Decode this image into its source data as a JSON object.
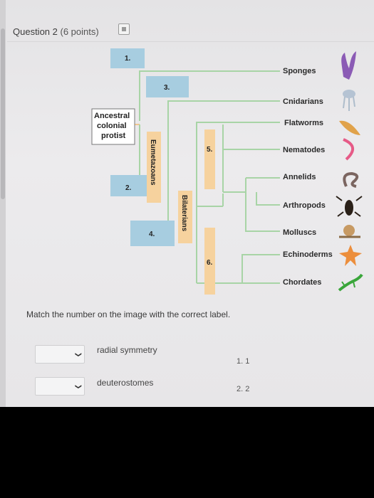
{
  "question": {
    "title": "Question 2",
    "points": "(6 points)"
  },
  "diagram": {
    "boxes": {
      "b1": "1.",
      "b2": "2.",
      "b3": "3.",
      "b4": "4.",
      "b5": "5.",
      "b6": "6."
    },
    "ancestral": [
      "Ancestral",
      "colonial",
      "protist"
    ],
    "clades": {
      "eumetazoans": "Eumetazoans",
      "bilaterians": "Bilaterians"
    },
    "taxa": [
      "Sponges",
      "Cnidarians",
      "Flatworms",
      "Nematodes",
      "Annelids",
      "Arthropods",
      "Molluscs",
      "Echinoderms",
      "Chordates"
    ],
    "colors": {
      "blue_box": "#a7cde0",
      "orange_box": "#f6d29e",
      "line": "#a8d4a6",
      "ancestral_line": "#f0c690"
    }
  },
  "instructions": "Match the number on the image with the correct label.",
  "matches": [
    {
      "label": "radial symmetry",
      "answer": "1. 1"
    },
    {
      "label": "deuterostomes",
      "answer": "2. 2"
    }
  ]
}
